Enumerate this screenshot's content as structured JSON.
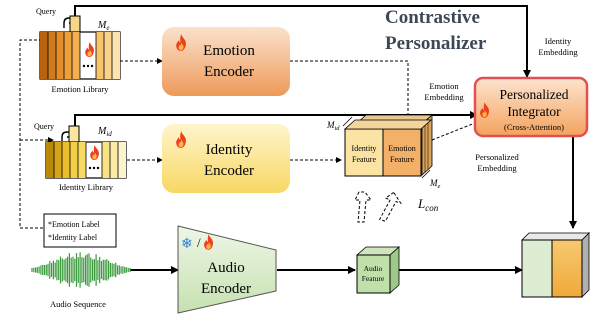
{
  "title": {
    "line1": "Contrastive",
    "line2": "Personalizer"
  },
  "emotion_library": {
    "caption": "Emotion Library",
    "matrix_label_main": "M",
    "matrix_label_sub": "e",
    "query_label": "Query"
  },
  "identity_library": {
    "caption": "Identity Library",
    "matrix_label_main": "M",
    "matrix_label_sub": "id",
    "query_label": "Query"
  },
  "emotion_encoder": {
    "line1": "Emotion",
    "line2": "Encoder"
  },
  "identity_encoder": {
    "line1": "Identity",
    "line2": "Encoder"
  },
  "audio_encoder": {
    "line1": "Audio",
    "line2": "Encoder",
    "toggle_separator": "/"
  },
  "personalized_integrator": {
    "line1": "Personalized",
    "line2": "Integrator",
    "line3": "(Cross-Attention)"
  },
  "labels_block": {
    "line1": "*Emotion Label",
    "line2": "*Identity Label"
  },
  "audio_sequence_caption": "Audio Sequence",
  "audio_feature": {
    "line1": "Audio",
    "line2": "Feature"
  },
  "feature_cube": {
    "identity_line1": "Identity",
    "identity_line2": "Feature",
    "emotion_line1": "Emotion",
    "emotion_line2": "Feature",
    "top_label_main": "M",
    "top_label_sub": "id",
    "bottom_label_main": "M",
    "bottom_label_sub": "e"
  },
  "edge_labels": {
    "identity_embedding": {
      "line1": "Identity",
      "line2": "Embedding"
    },
    "emotion_embedding": {
      "line1": "Emotion",
      "line2": "Embedding"
    },
    "personalized_embedding": {
      "line1": "Personalized",
      "line2": "Embedding"
    }
  },
  "loss_label": {
    "main": "L",
    "sub": "con"
  },
  "icons": [
    "fire-icon",
    "snowflake-icon",
    "query-hook-icon"
  ],
  "colors": {
    "emotion_box": "#f0a872",
    "identity_box": "#fbe28e",
    "integrator_border": "#e35050",
    "audio_encoder": "#d8ecc8",
    "output_green": "#dcedd2",
    "output_orange": "#f5b24a",
    "title_gray": "#3d4856"
  }
}
